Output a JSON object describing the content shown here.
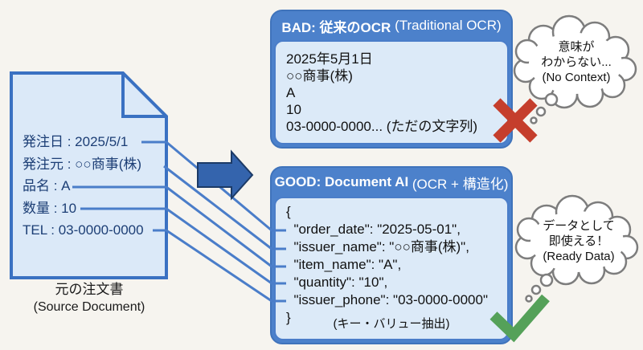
{
  "source_document": {
    "fields": [
      "発注日 : 2025/5/1",
      "発注元 : ○○商事(株)",
      "品名 : A",
      "数量 : 10",
      "TEL : 03-0000-0000"
    ],
    "caption_jp": "元の注文書",
    "caption_en": "(Source Document)"
  },
  "bad_box": {
    "title": "BAD: 従来のOCR",
    "title_suffix": " (Traditional OCR)",
    "lines": [
      "2025年5月1日",
      "○○商事(株)",
      "A",
      "10",
      "03-0000-0000... (ただの文字列)"
    ]
  },
  "good_box": {
    "title": "GOOD: Document AI",
    "title_suffix": " (OCR + 構造化)",
    "json_lines": [
      "{",
      "  \"order_date\": \"2025-05-01\",",
      "  \"issuer_name\": \"○○商事(株)\",",
      "  \"item_name\": \"A\",",
      "  \"quantity\": \"10\",",
      "  \"issuer_phone\": \"03-0000-0000\"",
      "}"
    ],
    "caption": "(キー・バリュー抽出)"
  },
  "bubbles": {
    "bad": [
      "意味が",
      "わからない...",
      "(No Context)"
    ],
    "good": [
      "データとして",
      "即使える！",
      "(Ready Data)"
    ]
  },
  "icons": {
    "transform_arrow": "block-arrow-right",
    "bad_mark": "red-cross",
    "good_mark": "green-check",
    "bubble_shape": "thought-cloud"
  },
  "colors": {
    "accent_blue": "#4a7dc9",
    "header_blue": "#4c81cb",
    "panel_fill": "#dceaf8",
    "document_fill": "#dbe9f8",
    "arrow_blue": "#3464ad",
    "cross_red": "#c53e2c",
    "check_green": "#55a159",
    "doc_text_navy": "#1c3e75",
    "background": "#f6f4ef"
  }
}
